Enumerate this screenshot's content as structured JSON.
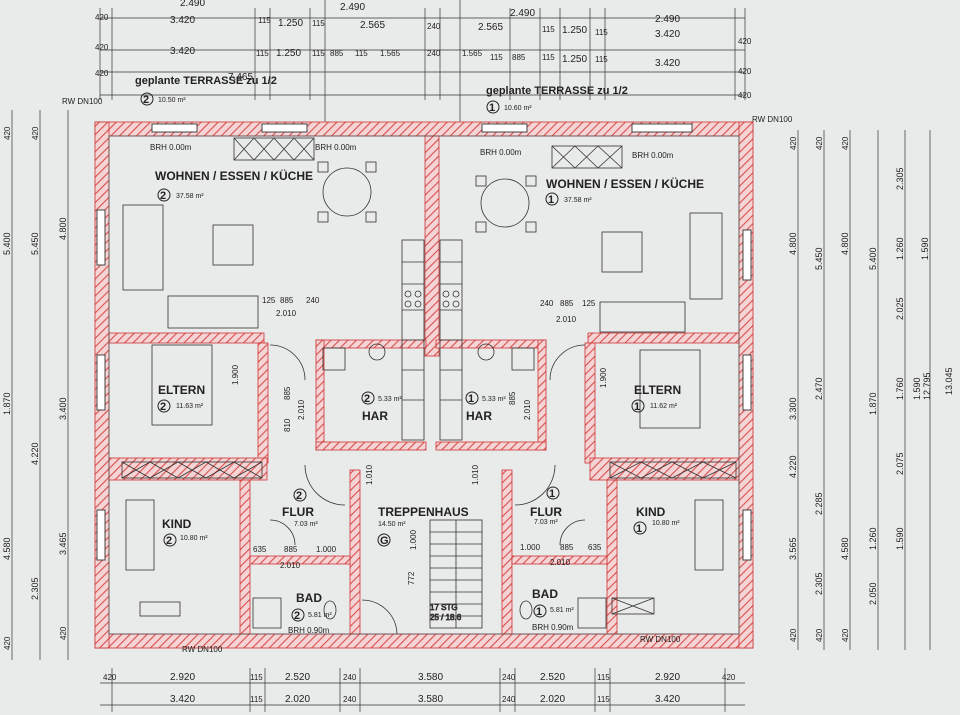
{
  "rooms": {
    "wohnen_left": {
      "label": "WOHNEN / ESSEN / KÜCHE",
      "num": "2",
      "area": "37.58 m²"
    },
    "wohnen_right": {
      "label": "WOHNEN / ESSEN / KÜCHE",
      "num": "1",
      "area": "37.58 m²"
    },
    "eltern_left": {
      "label": "ELTERN",
      "num": "2",
      "area": "11.63 m²"
    },
    "eltern_right": {
      "label": "ELTERN",
      "num": "1",
      "area": "11.62 m²"
    },
    "har_left": {
      "label": "HAR",
      "num": "2",
      "area": "5.33 m²"
    },
    "har_right": {
      "label": "HAR",
      "num": "1",
      "area": "5.33 m²"
    },
    "flur_left": {
      "label": "FLUR",
      "num": "2",
      "area": "7.03 m²"
    },
    "flur_right": {
      "label": "FLUR",
      "num": "1",
      "area": "7.03 m²"
    },
    "kind_left": {
      "label": "KIND",
      "num": "2",
      "area": "10.80 m²"
    },
    "kind_right": {
      "label": "KIND",
      "num": "1",
      "area": "10.80 m²"
    },
    "bad_left": {
      "label": "BAD",
      "num": "2",
      "area": "5.81 m²"
    },
    "bad_right": {
      "label": "BAD",
      "num": "1",
      "area": "5.81 m²"
    },
    "treppenhaus": {
      "label": "TREPPENHAUS",
      "num": "G",
      "area": "14.50 m²"
    }
  },
  "terrace": {
    "left": {
      "label": "geplante TERRASSE zu 1/2",
      "num": "2",
      "area": "10.50 m²"
    },
    "right": {
      "label": "geplante TERRASSE zu 1/2",
      "num": "1",
      "area": "10.60 m²"
    }
  },
  "stairs": {
    "steps": "17 STG",
    "ratio": "25 / 18.6"
  },
  "notes": {
    "rw": "RW DN100",
    "brh_top": "BRH 0.00m",
    "brh_side": "BRH 0.90m"
  },
  "dimensions": {
    "top_row1": [
      "3.420",
      "115",
      "1.250",
      "115",
      "2.565",
      "240",
      "2.565",
      "115",
      "1.250",
      "115",
      "3.420"
    ],
    "top_row2": [
      "3.420",
      "115",
      "1.250",
      "115",
      "885",
      "115",
      "1.565",
      "240",
      "1.565",
      "115",
      "885",
      "115",
      "1.250",
      "115",
      "3.420"
    ],
    "top_row0": [
      "2.490",
      "2.490",
      "2.490",
      "2.490"
    ],
    "top_terrace": "7.465",
    "edge": "420",
    "bottom_row1": [
      "420",
      "2.920",
      "115",
      "2.520",
      "240",
      "3.580",
      "240",
      "2.520",
      "115",
      "2.920",
      "420"
    ],
    "bottom_row2": [
      "3.420",
      "115",
      "2.020",
      "240",
      "3.580",
      "240",
      "2.020",
      "115",
      "3.420"
    ],
    "left_outer": [
      "5.400",
      "5.450",
      "4.800",
      "4.220",
      "3.400",
      "3.465",
      "4.580",
      "2.305",
      "1.870"
    ],
    "right_outer": [
      "4.800",
      "5.450",
      "4.800",
      "5.400",
      "2.305",
      "1.260",
      "1.590",
      "2.025",
      "1.760",
      "1.590",
      "12.795",
      "13.045",
      "3.300",
      "2.470",
      "1.870",
      "2.075",
      "4.220",
      "2.285",
      "3.565",
      "2.305",
      "4.580",
      "1.260",
      "1.590",
      "2.050"
    ],
    "inner": [
      "125",
      "885",
      "240",
      "240",
      "885",
      "125",
      "2.010",
      "2.010",
      "1.900",
      "1.900",
      "885",
      "2.010",
      "810",
      "885",
      "2.010",
      "635",
      "885",
      "1.000",
      "1.000",
      "885",
      "635",
      "2.010",
      "2.010",
      "1.010",
      "1.010",
      "1.000",
      "772"
    ]
  }
}
